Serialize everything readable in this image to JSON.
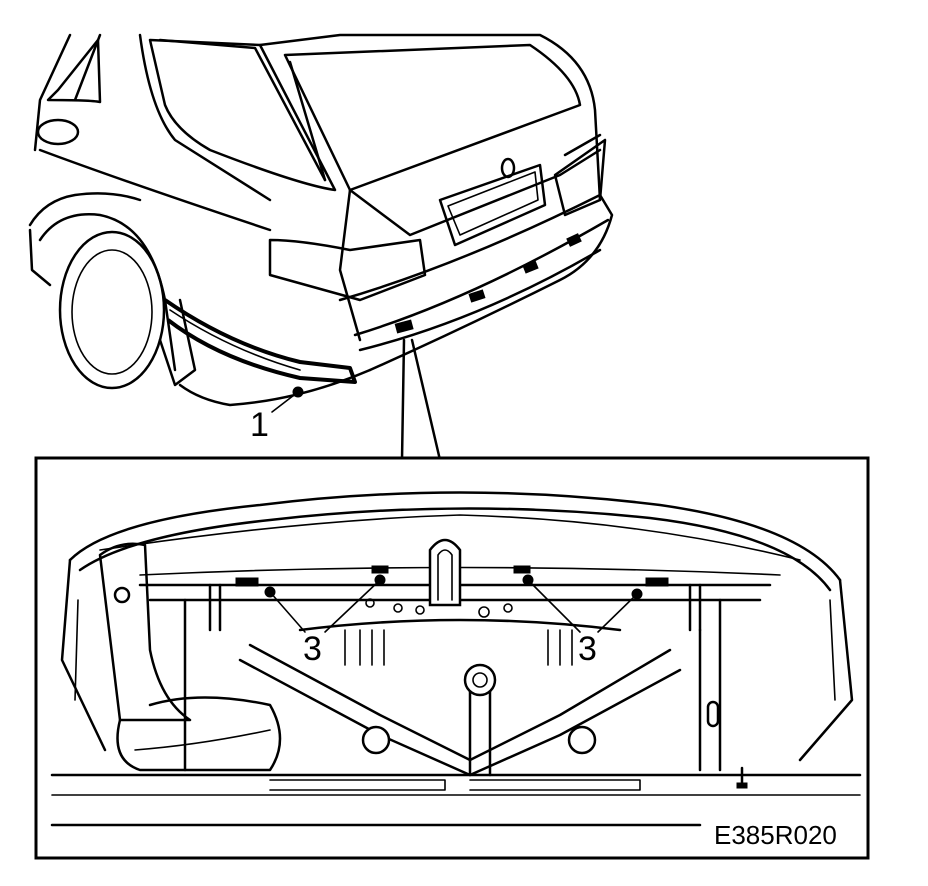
{
  "figure": {
    "code": "E385R020",
    "callouts": {
      "rear_bumper_part": "1",
      "fastener_left": "3",
      "fastener_right": "3"
    }
  },
  "colors": {
    "ink": "#000000",
    "paper": "#ffffff"
  }
}
